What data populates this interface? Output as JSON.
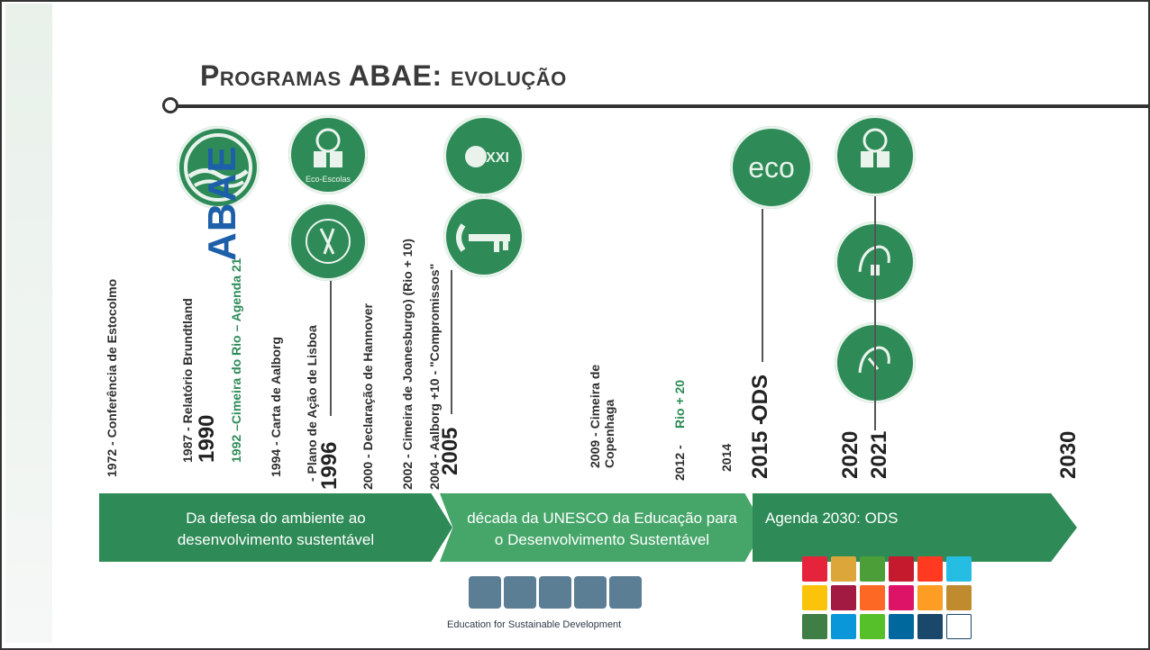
{
  "title": "Programas ABAE: evolução",
  "abae_logo_text": "ABAE",
  "events": [
    {
      "year": "1972",
      "label": "1972 - Conferência de Estocolmo"
    },
    {
      "year": "1987",
      "label": "1987 - Relatório Brundtland"
    },
    {
      "year": "1990",
      "label": "1990"
    },
    {
      "year": "1992",
      "label": "1992 –Cimeira do Rio – Agenda 21"
    },
    {
      "year": "1994",
      "label": "1994 - Carta de Aalborg"
    },
    {
      "year": "1996",
      "label": "- Plano de Ação de Lisboa"
    },
    {
      "year": "1996b",
      "label": "1996"
    },
    {
      "year": "2000",
      "label": "2000 - Declaração de Hannover"
    },
    {
      "year": "2002",
      "label": "2002 - Cimeira de Joanesburgo) (Rio + 10)"
    },
    {
      "year": "2004",
      "label": "2004 - Aalborg +10 - \"Compromissos\""
    },
    {
      "year": "2005",
      "label": "2005"
    },
    {
      "year": "2009",
      "label": "2009 - Cimeira de Copenhaga"
    },
    {
      "year": "2012",
      "label": "2012 -"
    },
    {
      "year": "2012b",
      "label": "Rio + 20"
    },
    {
      "year": "2014",
      "label": "2014"
    },
    {
      "year": "2015",
      "label": "2015 -"
    },
    {
      "year": "2015b",
      "label": "ODS"
    },
    {
      "year": "2020",
      "label": "2020"
    },
    {
      "year": "2021",
      "label": "2021"
    },
    {
      "year": "2030",
      "label": "2030"
    }
  ],
  "bands": [
    {
      "label": "Da defesa do ambiente ao desenvolvimento sustentável"
    },
    {
      "label": "década da UNESCO da Educação para o Desenvolvimento Sustentável"
    },
    {
      "label": "Agenda 2030: ODS"
    }
  ],
  "logos": {
    "eco_escolas": "Eco-Escolas",
    "eco_xxi": "XXI",
    "eco": "eco"
  },
  "esd_caption": "Education for Sustainable Development",
  "colors": {
    "primary_green": "#2e8b57",
    "light_green": "#46a66a",
    "abae_blue": "#1d5fa8"
  }
}
